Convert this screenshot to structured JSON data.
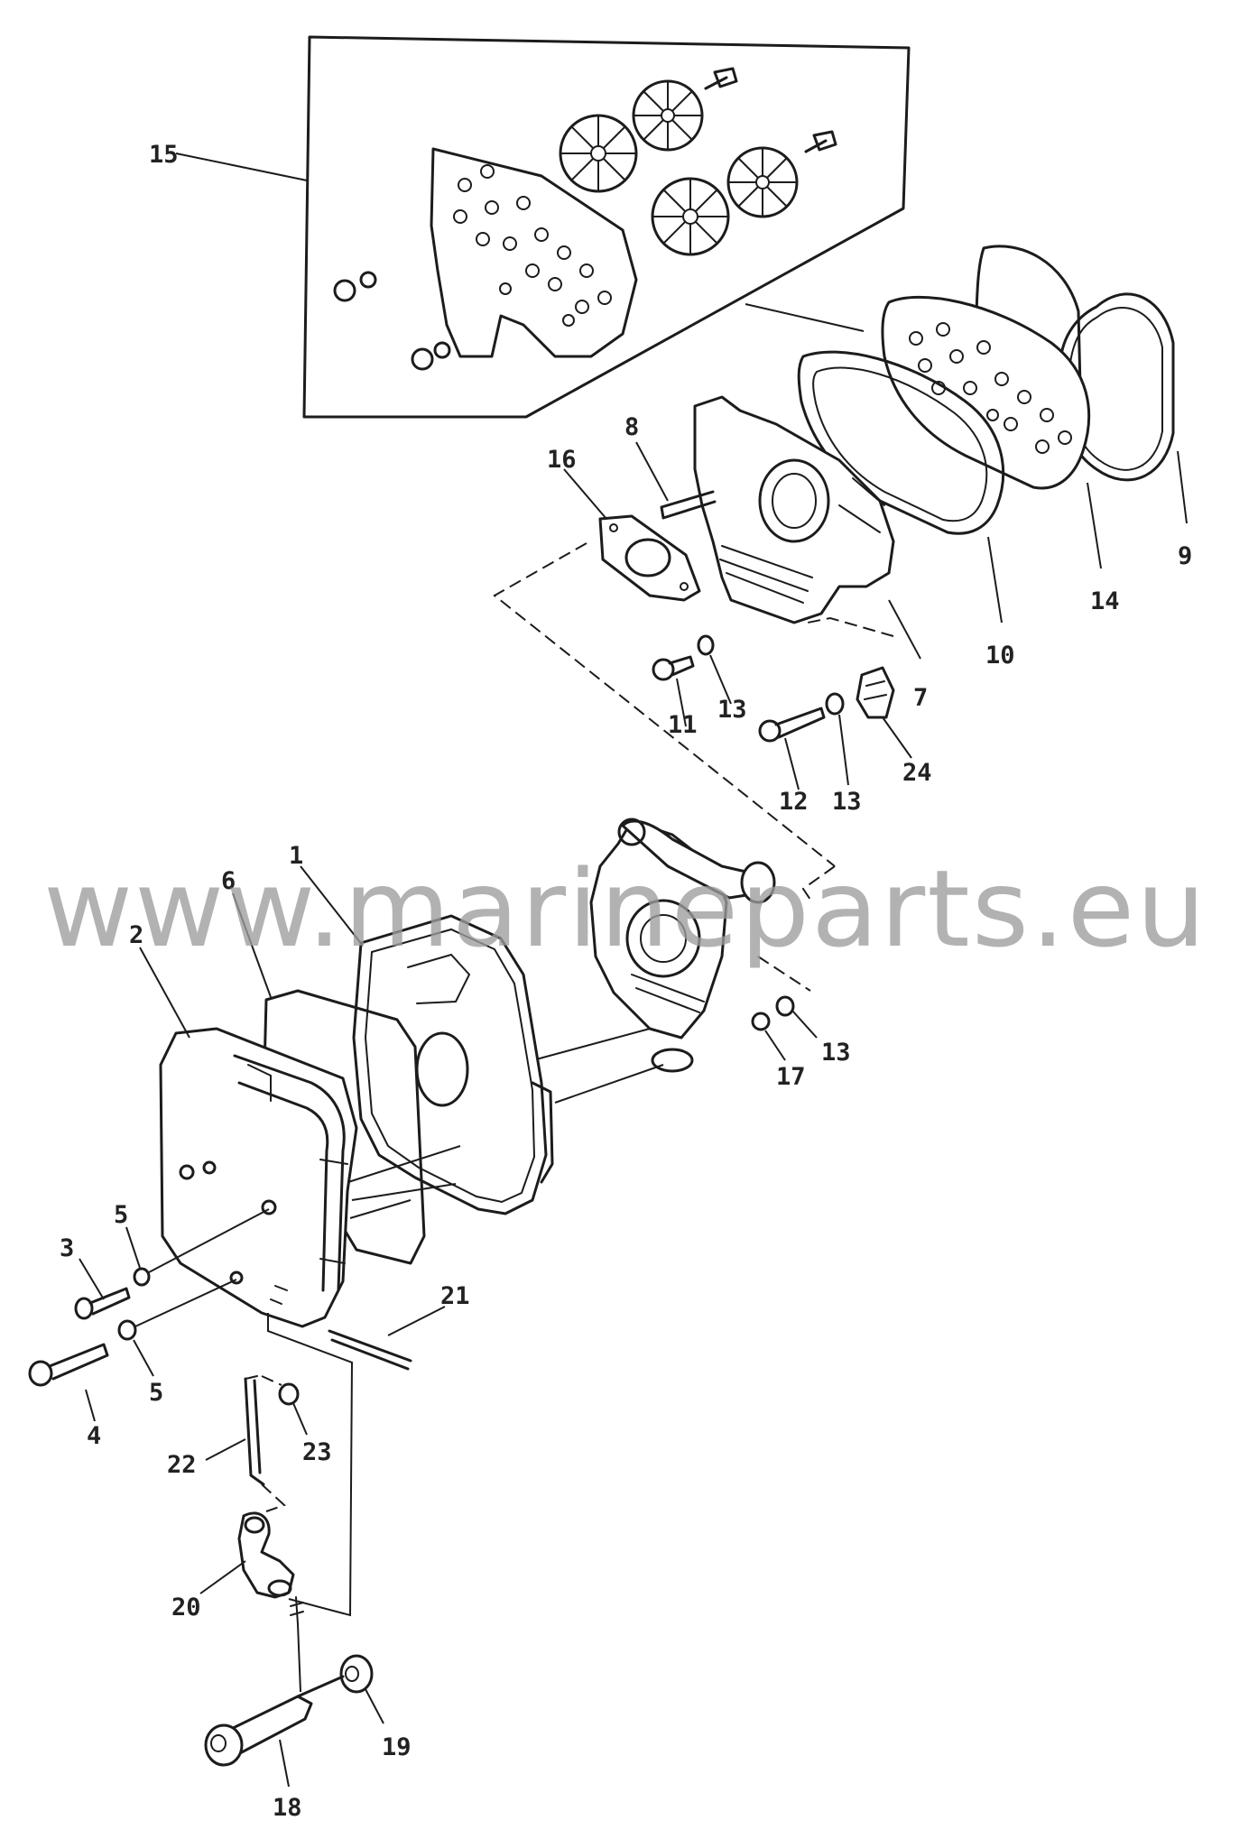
{
  "diagram": {
    "watermark": "www.marineparts.eu",
    "callouts": [
      {
        "id": "c15",
        "label": "15"
      },
      {
        "id": "c8",
        "label": "8"
      },
      {
        "id": "c16",
        "label": "16"
      },
      {
        "id": "c9",
        "label": "9"
      },
      {
        "id": "c14",
        "label": "14"
      },
      {
        "id": "c10",
        "label": "10"
      },
      {
        "id": "c7",
        "label": "7"
      },
      {
        "id": "c11",
        "label": "11"
      },
      {
        "id": "c13a",
        "label": "13"
      },
      {
        "id": "c12",
        "label": "12"
      },
      {
        "id": "c13b",
        "label": "13"
      },
      {
        "id": "c24",
        "label": "24"
      },
      {
        "id": "c1",
        "label": "1"
      },
      {
        "id": "c6",
        "label": "6"
      },
      {
        "id": "c2",
        "label": "2"
      },
      {
        "id": "c17",
        "label": "17"
      },
      {
        "id": "c13c",
        "label": "13"
      },
      {
        "id": "c3",
        "label": "3"
      },
      {
        "id": "c5a",
        "label": "5"
      },
      {
        "id": "c21",
        "label": "21"
      },
      {
        "id": "c5b",
        "label": "5"
      },
      {
        "id": "c4",
        "label": "4"
      },
      {
        "id": "c22",
        "label": "22"
      },
      {
        "id": "c23",
        "label": "23"
      },
      {
        "id": "c20",
        "label": "20"
      },
      {
        "id": "c19",
        "label": "19"
      },
      {
        "id": "c18",
        "label": "18"
      }
    ]
  }
}
